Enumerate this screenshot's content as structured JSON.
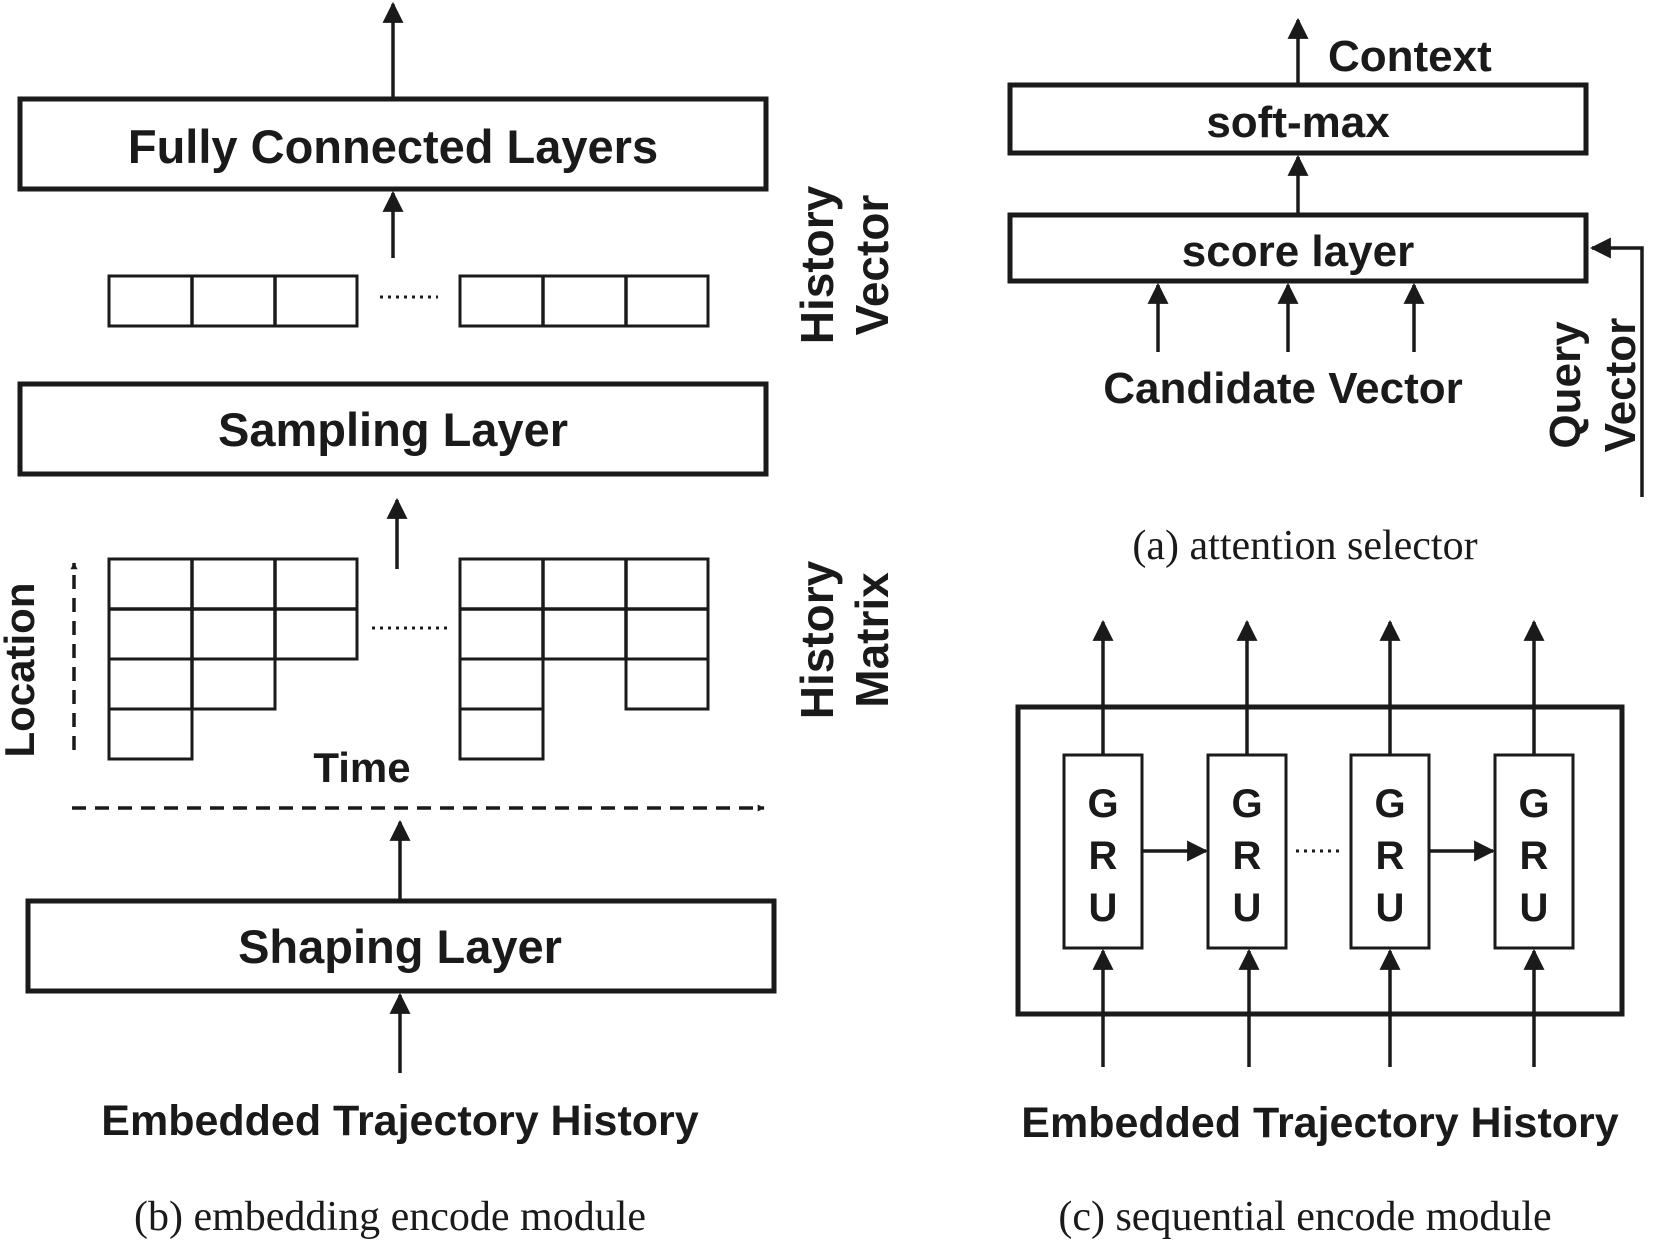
{
  "panel_b": {
    "fully_connected": "Fully Connected Layers",
    "history_vector_1": "History",
    "history_vector_2": "Vector",
    "sampling": "Sampling Layer",
    "history_matrix_1": "History",
    "history_matrix_2": "Matrix",
    "location": "Location",
    "time": "Time",
    "shaping": "Shaping Layer",
    "input": "Embedded Trajectory History",
    "caption": "(b) embedding encode module"
  },
  "panel_a": {
    "context": "Context",
    "softmax": "soft-max",
    "score": "score layer",
    "candidate": "Candidate Vector",
    "query_1": "Query",
    "query_2": "Vector",
    "caption": "(a) attention selector"
  },
  "panel_c": {
    "gru_letters": [
      "G",
      "R",
      "U"
    ],
    "input": "Embedded Trajectory History",
    "caption": "(c) sequential encode module"
  }
}
